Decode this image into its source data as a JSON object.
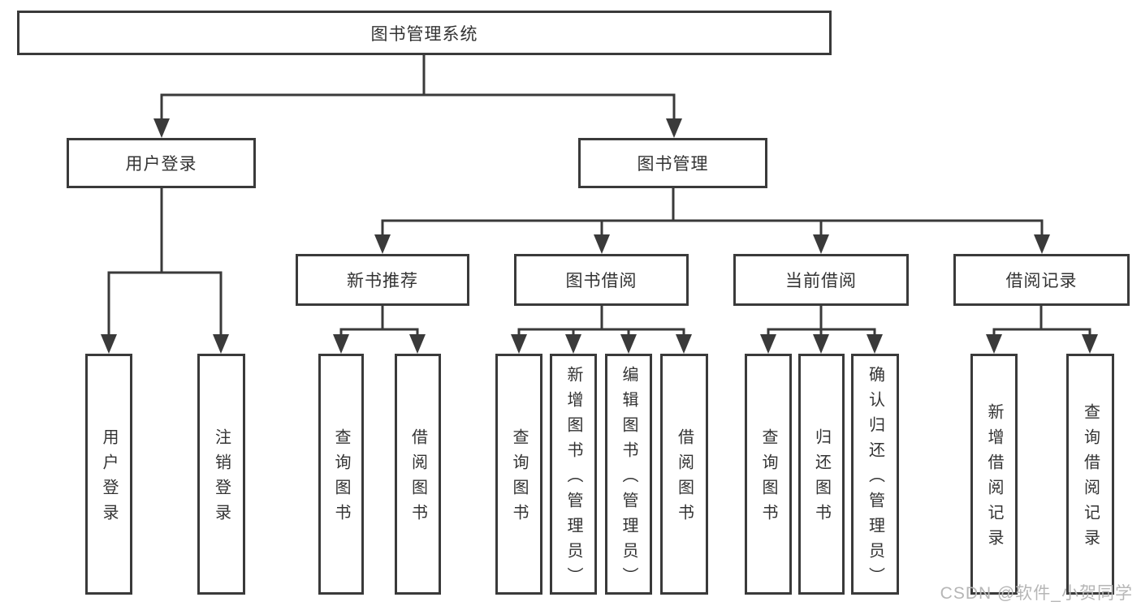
{
  "tree": {
    "label": "图书管理系统",
    "children": [
      {
        "label": "用户登录",
        "children": [
          {
            "label": "用户登录"
          },
          {
            "label": "注销登录"
          }
        ]
      },
      {
        "label": "图书管理",
        "children": [
          {
            "label": "新书推荐",
            "children": [
              {
                "label": "查询图书"
              },
              {
                "label": "借阅图书"
              }
            ]
          },
          {
            "label": "图书借阅",
            "children": [
              {
                "label": "查询图书"
              },
              {
                "label": "新增图书（管理员）"
              },
              {
                "label": "编辑图书（管理员）"
              },
              {
                "label": "借阅图书"
              }
            ]
          },
          {
            "label": "当前借阅",
            "children": [
              {
                "label": "查询图书"
              },
              {
                "label": "归还图书"
              },
              {
                "label": "确认归还（管理员）"
              }
            ]
          },
          {
            "label": "借阅记录",
            "children": [
              {
                "label": "新增借阅记录"
              },
              {
                "label": "查询借阅记录"
              }
            ]
          }
        ]
      }
    ]
  },
  "watermark": {
    "text": "CSDN @软件_小贺同学"
  },
  "colors": {
    "line": "#3a3a3a",
    "text": "#333333",
    "watermark": "#b6b6b6"
  }
}
